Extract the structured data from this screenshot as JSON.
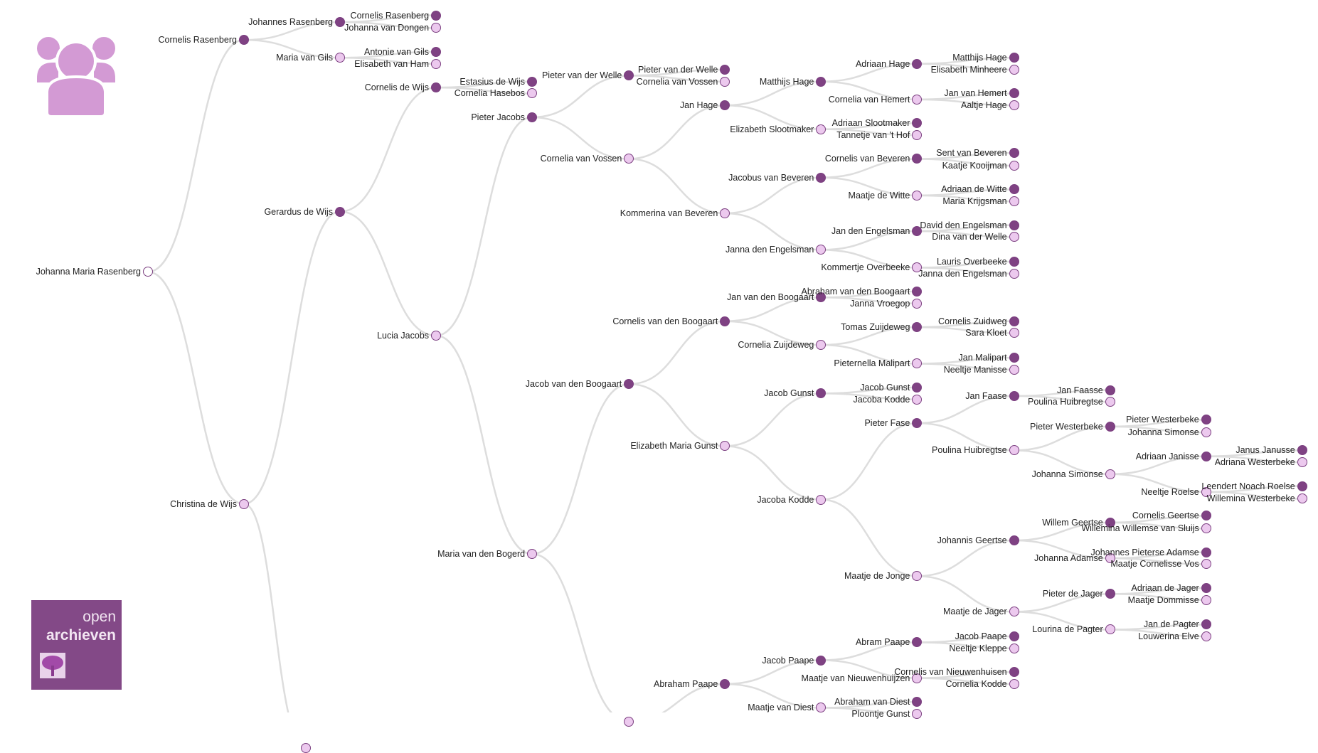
{
  "logo": {
    "line1": "open",
    "line2": "archieven",
    "icon": "tree-icon"
  },
  "header_icon": "people-group-icon",
  "colors": {
    "male": "#7f4283",
    "female": "#ecc9ee",
    "link": "#dddddd",
    "brand": "#834987",
    "icon": "#d39ad4"
  },
  "people": [
    {
      "name": "Johanna Maria Rasenberg",
      "sex": "root",
      "parent": null
    },
    {
      "name": "Cornelis Rasenberg",
      "sex": "M",
      "parent": 0
    },
    {
      "name": "Christina de Wijs",
      "sex": "F",
      "parent": 0
    },
    {
      "name": "Johannes Rasenberg",
      "sex": "M",
      "parent": 1
    },
    {
      "name": "Maria van Gils",
      "sex": "F",
      "parent": 1
    },
    {
      "name": "Cornelis Rasenberg",
      "sex": "M",
      "parent": 3
    },
    {
      "name": "Johanna van Dongen",
      "sex": "F",
      "parent": 3
    },
    {
      "name": "Antonie van Gils",
      "sex": "M",
      "parent": 4
    },
    {
      "name": "Elisabeth van Ham",
      "sex": "F",
      "parent": 4
    },
    {
      "name": "Gerardus de Wijs",
      "sex": "M",
      "parent": 2
    },
    {
      "sex": "F",
      "parent": 2
    },
    {
      "name": "Cornelis de Wijs",
      "sex": "M",
      "parent": 9
    },
    {
      "name": "Lucia Jacobs",
      "sex": "F",
      "parent": 9
    },
    {
      "name": "Estasius de Wijs",
      "sex": "M",
      "parent": 11
    },
    {
      "name": "Cornelia Hasebos",
      "sex": "F",
      "parent": 11
    },
    {
      "name": "Pieter Jacobs",
      "sex": "M",
      "parent": 12
    },
    {
      "name": "Maria van den Bogerd",
      "sex": "F",
      "parent": 12
    },
    {
      "name": "Pieter van der Welle",
      "sex": "M",
      "parent": 15
    },
    {
      "name": "Cornelia van Vossen",
      "sex": "F",
      "parent": 15
    },
    {
      "name": "Pieter van der Welle",
      "sex": "M",
      "parent": 17
    },
    {
      "name": "Cornelia van Vossen",
      "sex": "F",
      "parent": 17
    },
    {
      "name": "Jan Hage",
      "sex": "M",
      "parent": 18
    },
    {
      "name": "Kommerina van Beveren",
      "sex": "F",
      "parent": 18
    },
    {
      "name": "Matthijs Hage",
      "sex": "M",
      "parent": 21
    },
    {
      "name": "Elizabeth Slootmaker",
      "sex": "F",
      "parent": 21
    },
    {
      "name": "Adriaan Hage",
      "sex": "M",
      "parent": 23
    },
    {
      "name": "Cornelia van Hemert",
      "sex": "F",
      "parent": 23
    },
    {
      "name": "Matthijs Hage",
      "sex": "M",
      "parent": 25
    },
    {
      "name": "Elisabeth Minheere",
      "sex": "F",
      "parent": 25
    },
    {
      "name": "Jan van Hemert",
      "sex": "M",
      "parent": 26
    },
    {
      "name": "Aaltje Hage",
      "sex": "F",
      "parent": 26
    },
    {
      "name": "Adriaan Slootmaker",
      "sex": "M",
      "parent": 24
    },
    {
      "name": "Tannetje van 't Hof",
      "sex": "F",
      "parent": 24
    },
    {
      "name": "Jacobus van Beveren",
      "sex": "M",
      "parent": 22
    },
    {
      "name": "Janna den Engelsman",
      "sex": "F",
      "parent": 22
    },
    {
      "name": "Cornelis van Beveren",
      "sex": "M",
      "parent": 33
    },
    {
      "name": "Maatje de Witte",
      "sex": "F",
      "parent": 33
    },
    {
      "name": "Sent van Beveren",
      "sex": "M",
      "parent": 35
    },
    {
      "name": "Kaatje Kooijman",
      "sex": "F",
      "parent": 35
    },
    {
      "name": "Adriaan de Witte",
      "sex": "M",
      "parent": 36
    },
    {
      "name": "Maria Krijgsman",
      "sex": "F",
      "parent": 36
    },
    {
      "name": "Jan den Engelsman",
      "sex": "M",
      "parent": 34
    },
    {
      "name": "Kommertje Overbeeke",
      "sex": "F",
      "parent": 34
    },
    {
      "name": "David den Engelsman",
      "sex": "M",
      "parent": 41
    },
    {
      "name": "Dina van der Welle",
      "sex": "F",
      "parent": 41
    },
    {
      "name": "Lauris Overbeeke",
      "sex": "M",
      "parent": 42
    },
    {
      "name": "Janna den Engelsman",
      "sex": "F",
      "parent": 42
    },
    {
      "name": "Jacob van den Boogaart",
      "sex": "M",
      "parent": 16
    },
    {
      "sex": "F",
      "parent": 16
    },
    {
      "name": "Cornelis van den Boogaart",
      "sex": "M",
      "parent": 47
    },
    {
      "name": "Elizabeth Maria Gunst",
      "sex": "F",
      "parent": 47
    },
    {
      "name": "Jan van den Boogaart",
      "sex": "M",
      "parent": 49
    },
    {
      "name": "Cornelia Zuijdeweg",
      "sex": "F",
      "parent": 49
    },
    {
      "name": "Abraham van den Boogaart",
      "sex": "M",
      "parent": 51
    },
    {
      "name": "Janna Vroegop",
      "sex": "F",
      "parent": 51
    },
    {
      "name": "Tomas Zuijdeweg",
      "sex": "M",
      "parent": 52
    },
    {
      "name": "Pieternella Malipart",
      "sex": "F",
      "parent": 52
    },
    {
      "name": "Cornelis Zuidweg",
      "sex": "M",
      "parent": 55
    },
    {
      "name": "Sara Kloet",
      "sex": "F",
      "parent": 55
    },
    {
      "name": "Jan Malipart",
      "sex": "M",
      "parent": 56
    },
    {
      "name": "Neeltje Manisse",
      "sex": "F",
      "parent": 56
    },
    {
      "name": "Jacob Gunst",
      "sex": "M",
      "parent": 50
    },
    {
      "name": "Jacoba Kodde",
      "sex": "F",
      "parent": 50
    },
    {
      "name": "Jacob Gunst",
      "sex": "M",
      "parent": 61
    },
    {
      "name": "Jacoba Kodde",
      "sex": "F",
      "parent": 61
    },
    {
      "name": "Pieter Fase",
      "sex": "M",
      "parent": 62
    },
    {
      "name": "Maatje de Jonge",
      "sex": "F",
      "parent": 62
    },
    {
      "name": "Jan Faase",
      "sex": "M",
      "parent": 65
    },
    {
      "name": "Poulina Huibregtse",
      "sex": "F",
      "parent": 65
    },
    {
      "name": "Jan Faasse",
      "sex": "M",
      "parent": 67
    },
    {
      "name": "Poulina Huibregtse",
      "sex": "F",
      "parent": 67
    },
    {
      "name": "Pieter Westerbeke",
      "sex": "M",
      "parent": 68
    },
    {
      "name": "Johanna Simonse",
      "sex": "F",
      "parent": 68
    },
    {
      "name": "Pieter Westerbeke",
      "sex": "M",
      "parent": 71
    },
    {
      "name": "Johanna Simonse",
      "sex": "F",
      "parent": 71
    },
    {
      "name": "Adriaan Janisse",
      "sex": "M",
      "parent": 72
    },
    {
      "name": "Neeltje Roelse",
      "sex": "F",
      "parent": 72
    },
    {
      "name": "Janus Janusse",
      "sex": "M",
      "parent": 75
    },
    {
      "name": "Adriana Westerbeke",
      "sex": "F",
      "parent": 75
    },
    {
      "name": "Leendert Noach Roelse",
      "sex": "M",
      "parent": 76
    },
    {
      "name": "Willemina Westerbeke",
      "sex": "F",
      "parent": 76
    },
    {
      "name": "Johannis Geertse",
      "sex": "M",
      "parent": 66
    },
    {
      "name": "Maatje de Jager",
      "sex": "F",
      "parent": 66
    },
    {
      "name": "Willem Geertse",
      "sex": "M",
      "parent": 81
    },
    {
      "name": "Johanna Adamse",
      "sex": "F",
      "parent": 81
    },
    {
      "name": "Cornelis Geertse",
      "sex": "M",
      "parent": 83
    },
    {
      "name": "Willemina Willemse van Sluijs",
      "sex": "F",
      "parent": 83
    },
    {
      "name": "Johannes Pieterse Adamse",
      "sex": "M",
      "parent": 84
    },
    {
      "name": "Maatje Cornelisse Vos",
      "sex": "F",
      "parent": 84
    },
    {
      "name": "Pieter de Jager",
      "sex": "M",
      "parent": 82
    },
    {
      "name": "Lourina de Pagter",
      "sex": "F",
      "parent": 82
    },
    {
      "name": "Adriaan de Jager",
      "sex": "M",
      "parent": 89
    },
    {
      "name": "Maatje Dommisse",
      "sex": "F",
      "parent": 89
    },
    {
      "name": "Jan de Pagter",
      "sex": "M",
      "parent": 90
    },
    {
      "name": "Louwerina Elve",
      "sex": "F",
      "parent": 90
    },
    {
      "name": "Abraham Paape",
      "sex": "M",
      "parent": 48
    },
    {
      "name": "Jacob Paape",
      "sex": "M",
      "parent": 95
    },
    {
      "name": "Maatje van Diest",
      "sex": "F",
      "parent": 95
    },
    {
      "name": "Abram Paape",
      "sex": "M",
      "parent": 96
    },
    {
      "name": "Maatje van Nieuwenhuijzen",
      "sex": "F",
      "parent": 96
    },
    {
      "name": "Jacob Paape",
      "sex": "M",
      "parent": 98
    },
    {
      "name": "Neeltje Kleppe",
      "sex": "F",
      "parent": 98
    },
    {
      "name": "Cornelis van Nieuwenhuisen",
      "sex": "M",
      "parent": 99
    },
    {
      "name": "Cornelia Kodde",
      "sex": "F",
      "parent": 99
    },
    {
      "name": "Abraham van Diest",
      "sex": "M",
      "parent": 97
    },
    {
      "name": "Ploontje Gunst",
      "sex": "F",
      "parent": 97
    }
  ]
}
